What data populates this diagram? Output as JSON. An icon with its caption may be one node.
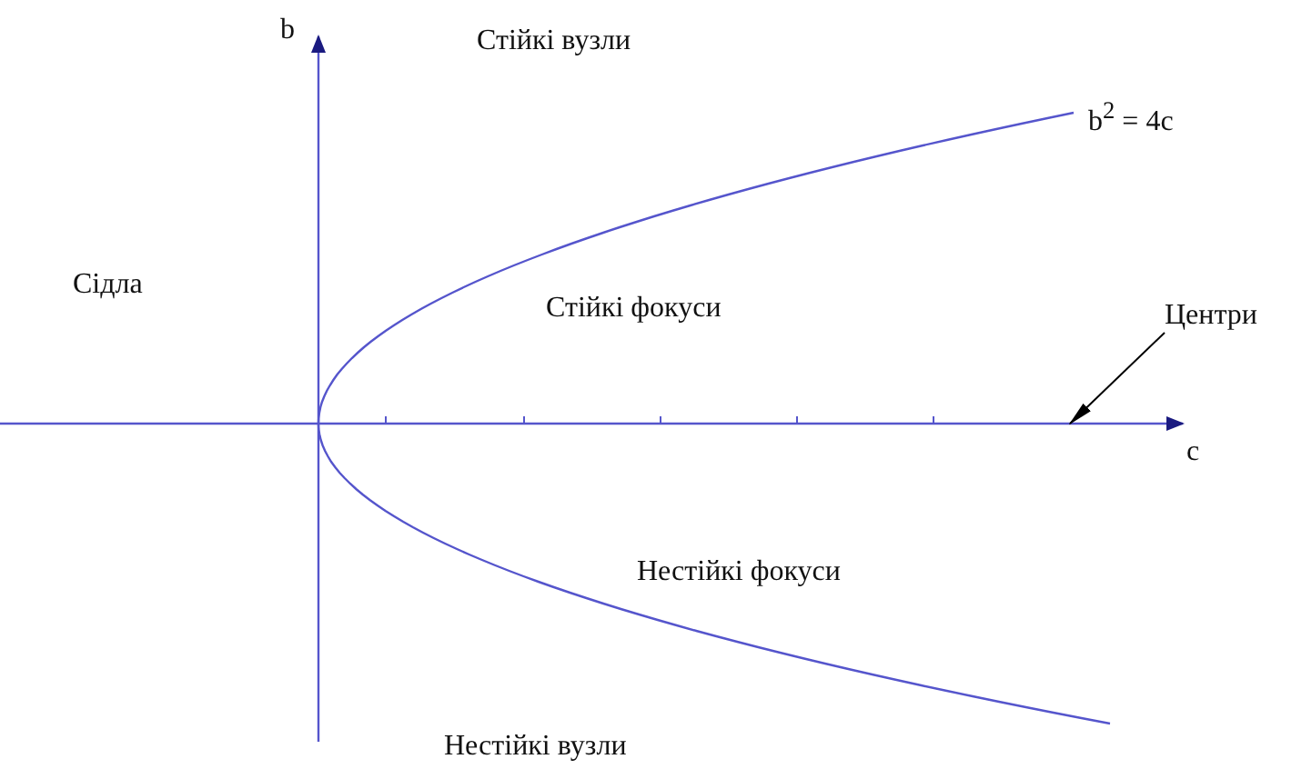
{
  "diagram": {
    "nodes": [
      {
        "text": [
          "Центри"
        ]
      },
      {
        "text": [],
        "shape": "arrow"
      }
    ],
    "edges": [
      {
        "from": 0,
        "to": 1,
        "arrow": "to"
      }
    ],
    "labels": [
      "b",
      "Стійкі вузли",
      "b$^{2}$ = 4c",
      "Сідла",
      "Стійкі фокуси",
      "c",
      "Нестійкі фокуси",
      "Нестійкі вузли"
    ]
  }
}
